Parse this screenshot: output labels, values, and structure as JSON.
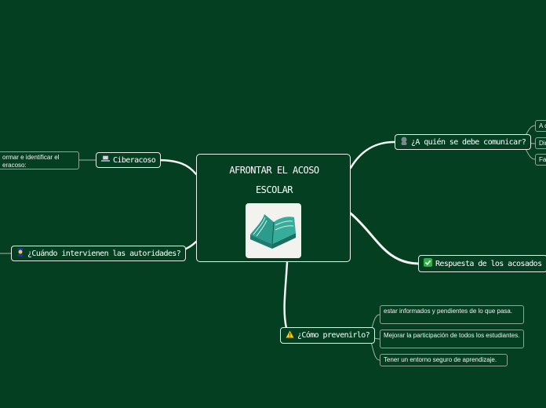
{
  "central_topic": {
    "line1": "AFRONTAR EL ACOSO",
    "line2": "ESCOLAR",
    "image": "open-book-icon"
  },
  "branches": {
    "ciberacoso": {
      "icon": "laptop-icon",
      "label": "Ciberacoso",
      "child": "ormar e identificar el eracoso:"
    },
    "autoridades": {
      "icon": "police-officer-icon",
      "label": "¿Cuándo intervienen las autoridades?"
    },
    "comunicar": {
      "icon": "silhouette-icon",
      "label": "¿A quién se debe comunicar?",
      "children": [
        "A c",
        "Dir",
        "Fan"
      ]
    },
    "respuesta": {
      "icon": "check-mark-icon",
      "label": "Respuesta de los acosados"
    },
    "prevenir": {
      "icon": "warning-icon",
      "label": "¿Cómo prevenirlo?",
      "children": [
        "estar informados y pendientes de lo que pasa.",
        "Mejorar la participación de todos los estudiantes.",
        "Tener un entorno seguro de aprendizaje."
      ]
    }
  },
  "colors": {
    "background": "#053f22",
    "border": "#e9ece9",
    "link": "#f5f5f5",
    "book": "#2b9c8b"
  }
}
